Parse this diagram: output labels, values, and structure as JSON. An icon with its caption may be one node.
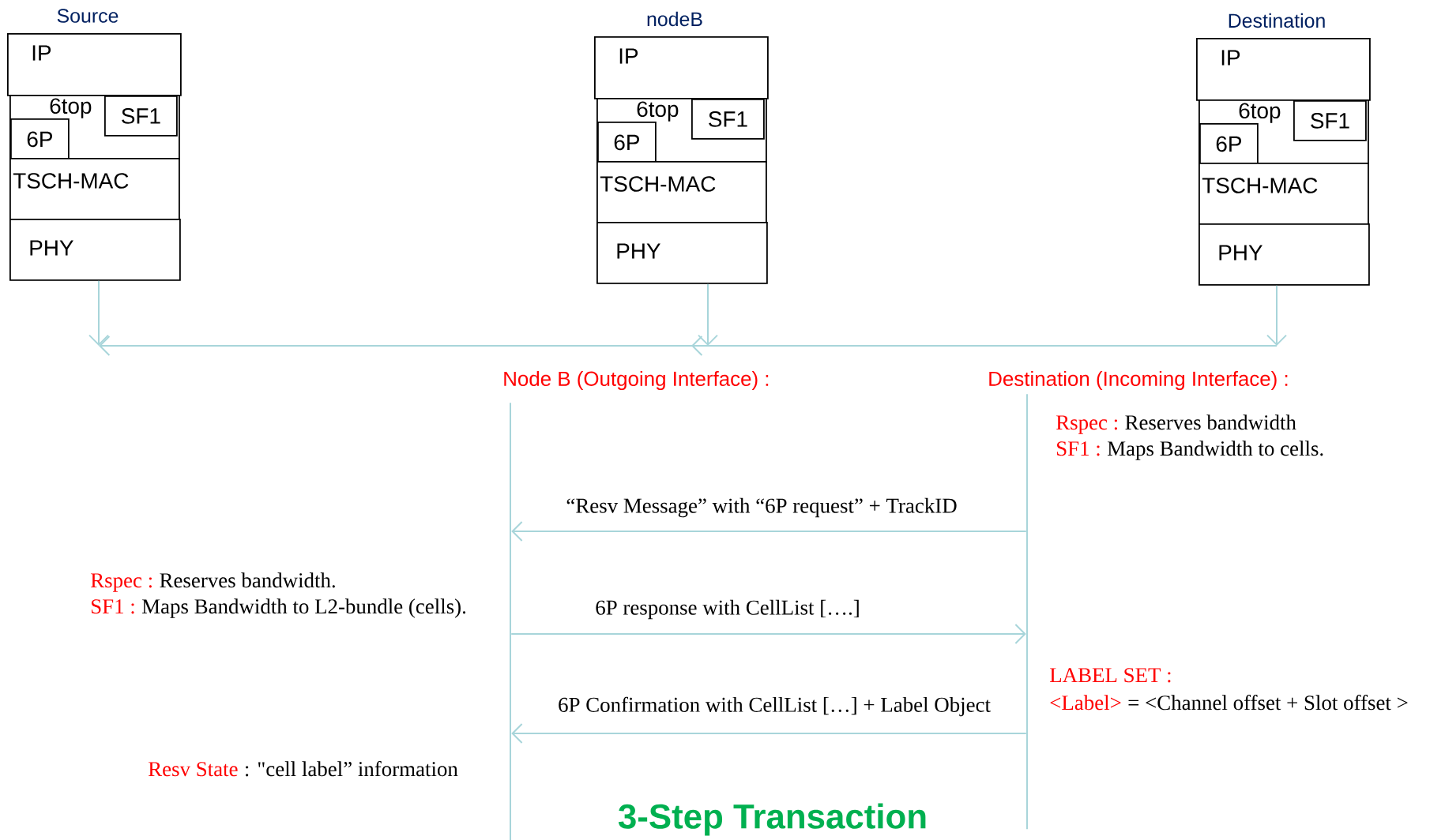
{
  "diagram": {
    "title": "3-Step Transaction",
    "nodes": [
      {
        "text": [
          "IP"
        ],
        "beside": [
          "Source"
        ]
      },
      {
        "text": [
          "6top"
        ]
      },
      {
        "text": [
          "SF1"
        ],
        "in": 1
      },
      {
        "text": [
          "6P"
        ],
        "in": 1
      },
      {
        "text": [
          "TSCH-MAC"
        ]
      },
      {
        "text": [
          "PHY"
        ]
      },
      {
        "text": [
          "IP"
        ],
        "beside": [
          "nodeB"
        ]
      },
      {
        "text": [
          "6top"
        ]
      },
      {
        "text": [
          "SF1"
        ],
        "in": 7
      },
      {
        "text": [
          "6P"
        ],
        "in": 7
      },
      {
        "text": [
          "TSCH-MAC"
        ]
      },
      {
        "text": [
          "PHY"
        ]
      },
      {
        "text": [
          "IP"
        ],
        "beside": [
          "Destination"
        ]
      },
      {
        "text": [
          "6top"
        ]
      },
      {
        "text": [
          "SF1"
        ],
        "in": 13
      },
      {
        "text": [
          "6P"
        ],
        "in": 13
      },
      {
        "text": [
          "TSCH-MAC"
        ]
      },
      {
        "text": [
          "PHY"
        ]
      },
      {
        "text": [
          "Node B (Outgoing Interface) :"
        ]
      },
      {
        "text": [
          "Destination (Incoming Interface) :"
        ]
      }
    ],
    "edges": [
      {
        "from": 5,
        "to": null,
        "arrow": "to"
      },
      {
        "from": 11,
        "to": null,
        "arrow": "to"
      },
      {
        "from": 17,
        "to": null,
        "arrow": "to"
      },
      {
        "from": 19,
        "to": 18,
        "arrow": "to",
        "label": "“Resv Message” with “6P request” + TrackID"
      },
      {
        "from": 18,
        "to": 19,
        "arrow": "to",
        "label": "6P response with CellList [….]"
      },
      {
        "from": 19,
        "to": 18,
        "arrow": "to",
        "label": "6P Confirmation with CellList […] + Label Object"
      }
    ],
    "labels": [
      "Rspec :",
      "Reserves bandwidth",
      "SF1 :",
      "Maps Bandwidth to cells.",
      "Rspec :",
      "Reserves bandwidth.",
      "SF1 :",
      "Maps Bandwidth to L2-bundle (cells).",
      "LABEL SET :",
      "<Label>",
      "= <Channel offset + Slot offset >",
      "Resv State",
      ": \"cell label” information"
    ]
  }
}
